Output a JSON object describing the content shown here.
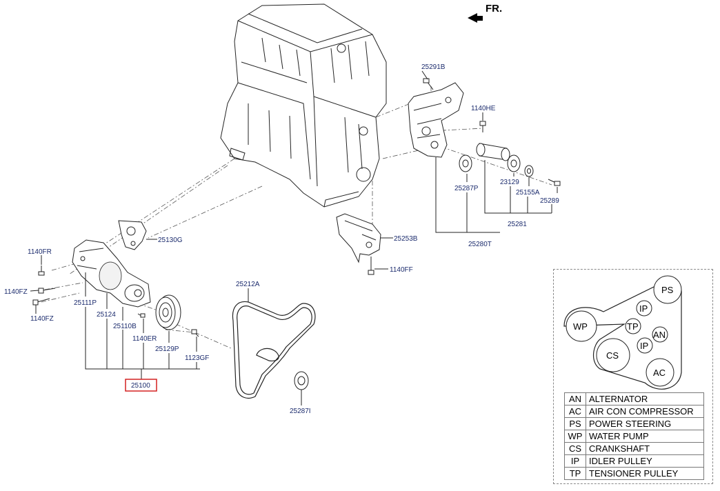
{
  "direction_label": "FR.",
  "parts": {
    "p25291B": "25291B",
    "p1140HE": "1140HE",
    "p25287P": "25287P",
    "p23129": "23129",
    "p25155A": "25155A",
    "p25289": "25289",
    "p25281": "25281",
    "p25280T": "25280T",
    "p25253B": "25253B",
    "p1140FF": "1140FF",
    "p25130G": "25130G",
    "p1140FR": "1140FR",
    "p1140FZ_a": "1140FZ",
    "p1140FZ_b": "1140FZ",
    "p25111P": "25111P",
    "p25124": "25124",
    "p25110B": "25110B",
    "p1140ER": "1140ER",
    "p25129P": "25129P",
    "p1123GF": "1123GF",
    "p25100": "25100",
    "p25212A": "25212A",
    "p25287I": "25287I"
  },
  "pulley_diagram": {
    "ps": "PS",
    "ip_top": "IP",
    "wp": "WP",
    "tp": "TP",
    "an": "AN",
    "ip_mid": "IP",
    "cs": "CS",
    "ac": "AC"
  },
  "legend": [
    {
      "code": "AN",
      "desc": "ALTERNATOR"
    },
    {
      "code": "AC",
      "desc": "AIR CON COMPRESSOR"
    },
    {
      "code": "PS",
      "desc": "POWER STEERING"
    },
    {
      "code": "WP",
      "desc": "WATER PUMP"
    },
    {
      "code": "CS",
      "desc": "CRANKSHAFT"
    },
    {
      "code": "IP",
      "desc": "IDLER PULLEY"
    },
    {
      "code": "TP",
      "desc": "TENSIONER PULLEY"
    }
  ],
  "colors": {
    "label_text": "#1a2a6c",
    "highlight_box": "#d42020",
    "line": "#222222"
  }
}
